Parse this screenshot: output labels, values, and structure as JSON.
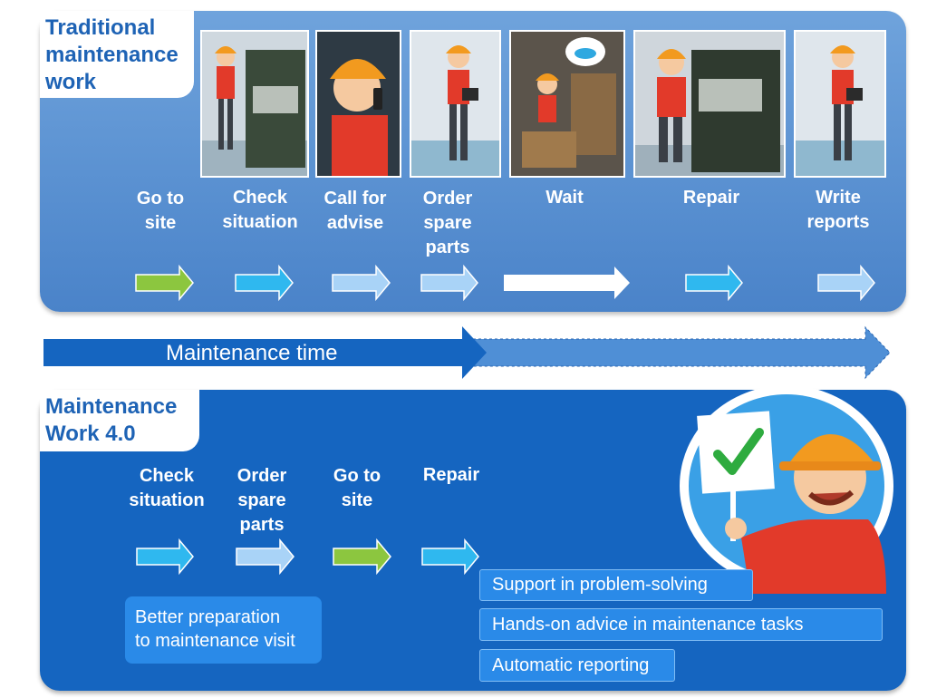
{
  "traditional": {
    "title_line1": "Traditional",
    "title_line2": "maintenance",
    "title_line3": "work",
    "steps": [
      {
        "line1": "Go to",
        "line2": "site",
        "line3": ""
      },
      {
        "line1": "Check",
        "line2": "situation",
        "line3": ""
      },
      {
        "line1": "Call for",
        "line2": "advise",
        "line3": ""
      },
      {
        "line1": "Order",
        "line2": "spare",
        "line3": "parts"
      },
      {
        "line1": "Wait",
        "line2": "",
        "line3": ""
      },
      {
        "line1": "Repair",
        "line2": "",
        "line3": ""
      },
      {
        "line1": "Write",
        "line2": "reports",
        "line3": ""
      }
    ]
  },
  "timeline": {
    "label": "Maintenance time"
  },
  "modern": {
    "title_line1": "Maintenance",
    "title_line2": "Work 4.0",
    "steps": [
      {
        "line1": "Check",
        "line2": "situation",
        "line3": ""
      },
      {
        "line1": "Order",
        "line2": "spare",
        "line3": "parts"
      },
      {
        "line1": "Go to",
        "line2": "site",
        "line3": ""
      },
      {
        "line1": "Repair",
        "line2": "",
        "line3": ""
      }
    ],
    "better_line1": "Better preparation",
    "better_line2": "to maintenance visit",
    "benefits": [
      "Support in problem-solving",
      "Hands-on advice in maintenance tasks",
      "Automatic reporting"
    ]
  },
  "colors": {
    "green_arrow": "#8cc63f",
    "cyan_arrow": "#2fb8ef",
    "light_arrow": "#a9d3f7",
    "white_arrow": "#ffffff",
    "check_green": "#2eab3f"
  }
}
